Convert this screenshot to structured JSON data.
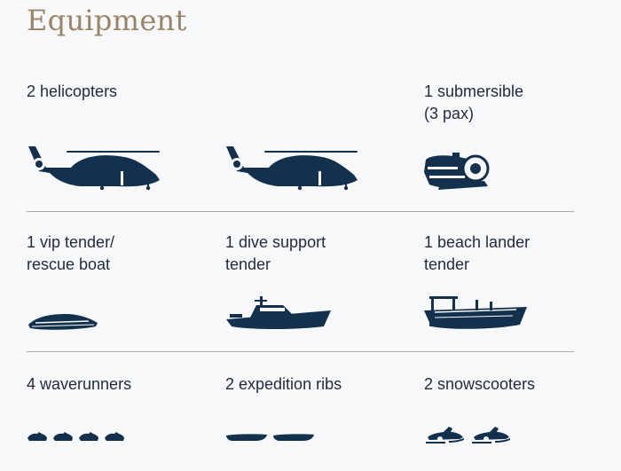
{
  "page": {
    "title": "Equipment",
    "colors": {
      "title": "#9a8468",
      "text": "#1f2b3d",
      "icon": "#13304d",
      "divider": "#b3a89b",
      "background": "#f7f8fa"
    }
  },
  "rows": [
    {
      "items": [
        {
          "label": "2 helicopters",
          "icon": "helicopter-icon",
          "count": 2
        },
        {
          "label": "1 submersible\n(3 pax)",
          "icon": "submersible-icon",
          "count": 1
        }
      ]
    },
    {
      "items": [
        {
          "label": "1 vip tender/\nrescue boat",
          "icon": "vip-tender-icon",
          "count": 1
        },
        {
          "label": "1 dive support\ntender",
          "icon": "dive-tender-icon",
          "count": 1
        },
        {
          "label": "1 beach lander\ntender",
          "icon": "beach-lander-icon",
          "count": 1
        }
      ]
    },
    {
      "items": [
        {
          "label": "4 waverunners",
          "icon": "waverunner-icon",
          "count": 4
        },
        {
          "label": "2 expedition ribs",
          "icon": "rib-icon",
          "count": 2
        },
        {
          "label": "2 snowscooters",
          "icon": "snowscooter-icon",
          "count": 2
        }
      ]
    }
  ]
}
